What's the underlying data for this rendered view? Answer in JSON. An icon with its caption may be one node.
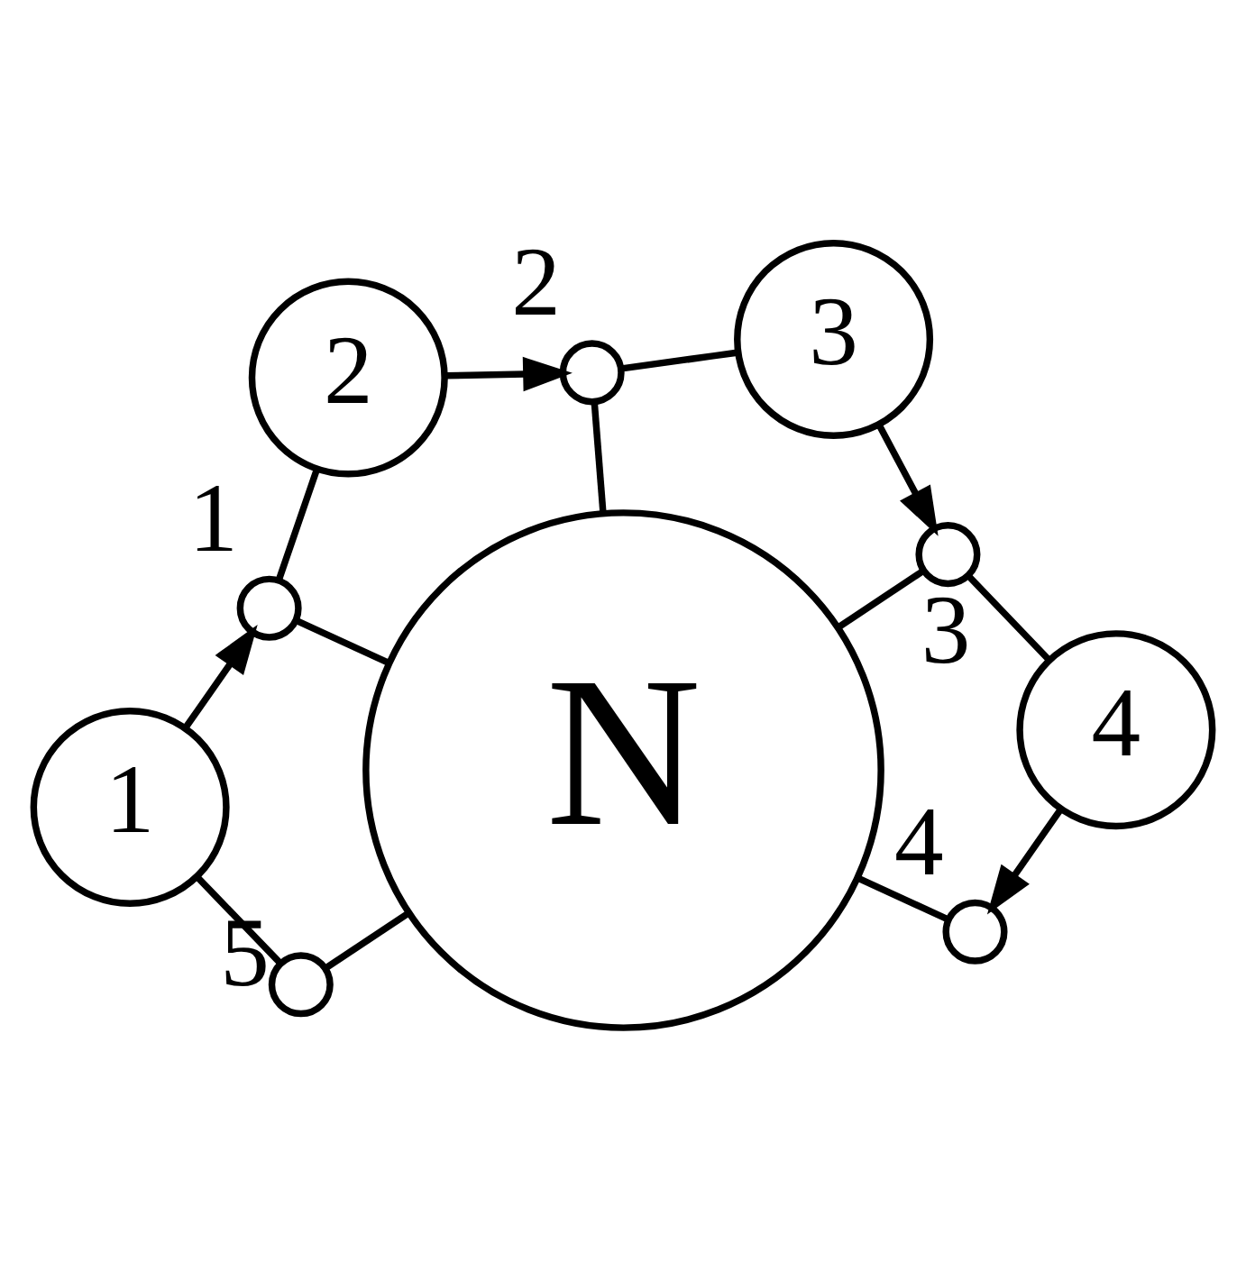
{
  "diagram": {
    "nodes": [
      {
        "text": [
          "N"
        ]
      },
      {
        "text": [],
        "shape": "circle",
        "beside": [
          "5"
        ]
      },
      {
        "text": [
          "1"
        ]
      },
      {
        "text": [],
        "shape": "circle",
        "beside": [
          "1"
        ]
      },
      {
        "text": [
          "2"
        ]
      },
      {
        "text": [],
        "shape": "circle",
        "beside": [
          "2"
        ]
      },
      {
        "text": [
          "3"
        ]
      },
      {
        "text": [],
        "shape": "circle",
        "beside": [
          "3"
        ]
      },
      {
        "text": [
          "4"
        ]
      },
      {
        "text": [],
        "shape": "circle",
        "beside": [
          "4"
        ]
      }
    ],
    "edges": [
      {
        "from": 0,
        "to": 1,
        "arrow": "none"
      },
      {
        "from": 0,
        "to": 3,
        "arrow": "none"
      },
      {
        "from": 0,
        "to": 5,
        "arrow": "none"
      },
      {
        "from": 0,
        "to": 7,
        "arrow": "none"
      },
      {
        "from": 0,
        "to": 9,
        "arrow": "none"
      },
      {
        "from": 1,
        "to": 2,
        "arrow": "none"
      },
      {
        "from": 2,
        "to": 3,
        "arrow": "to"
      },
      {
        "from": 3,
        "to": 4,
        "arrow": "none"
      },
      {
        "from": 4,
        "to": 5,
        "arrow": "to"
      },
      {
        "from": 5,
        "to": 6,
        "arrow": "none"
      },
      {
        "from": 6,
        "to": 7,
        "arrow": "to"
      },
      {
        "from": 7,
        "to": 8,
        "arrow": "none"
      },
      {
        "from": 8,
        "to": 9,
        "arrow": "to"
      }
    ]
  }
}
